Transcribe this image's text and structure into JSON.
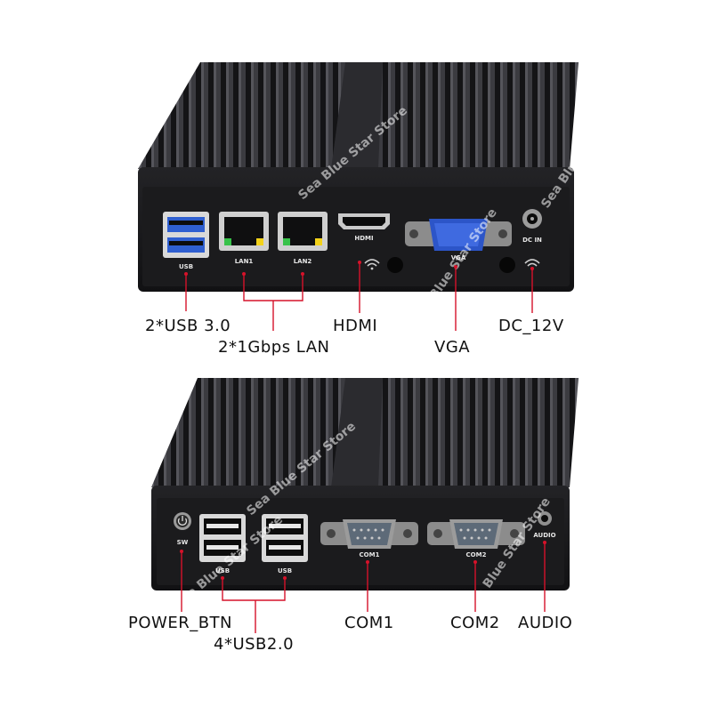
{
  "colors": {
    "chassis": "#1a1a1c",
    "fin": "#2a2a2d",
    "leader": "#d6122a",
    "usb3_blue": "#2f5fd0",
    "vga_blue": "#2c55c8",
    "text": "#111111"
  },
  "top_unit": {
    "port_labels": {
      "usb": "USB",
      "lan1": "LAN1",
      "lan2": "LAN2",
      "hdmi": "HDMI",
      "vga": "VGA",
      "dc_in": "DC IN"
    },
    "callouts": {
      "usb": "2*USB 3.0",
      "lan": "2*1Gbps LAN",
      "hdmi": "HDMI",
      "vga": "VGA",
      "dc": "DC_12V"
    },
    "icons": [
      "wifi-icon",
      "wifi-icon"
    ]
  },
  "bottom_unit": {
    "port_labels": {
      "sw": "SW",
      "usb_a": "USB",
      "usb_b": "USB",
      "com1": "COM1",
      "com2": "COM2",
      "audio": "AUDIO"
    },
    "callouts": {
      "power": "POWER_BTN",
      "usb": "4*USB2.0",
      "com1": "COM1",
      "com2": "COM2",
      "audio": "AUDIO"
    },
    "icons": [
      "power-icon"
    ]
  },
  "watermark": "Sea Blue Star Store"
}
